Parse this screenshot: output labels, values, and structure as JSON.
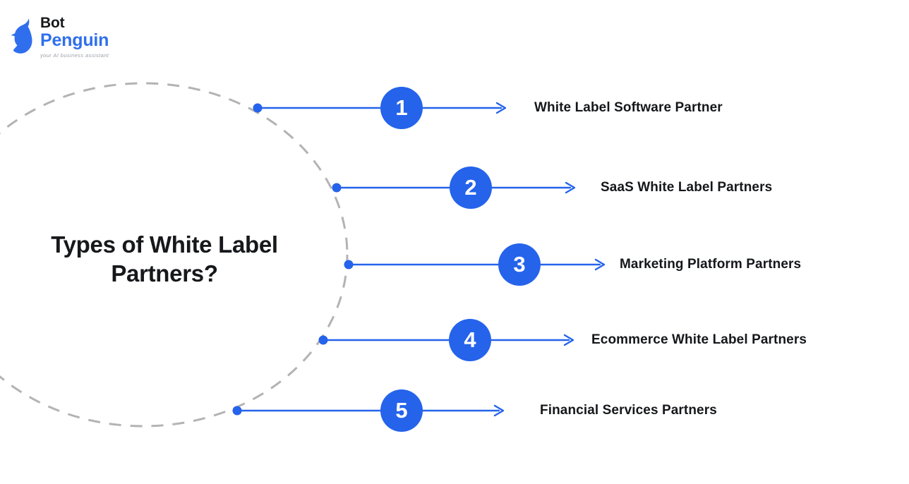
{
  "logo": {
    "bot": "Bot",
    "penguin": "Penguin",
    "tagline": "your AI business assistant"
  },
  "title": {
    "line1": "Types of White Label",
    "line2": "Partners?"
  },
  "items": [
    {
      "number": "1",
      "label": "White Label Software Partner"
    },
    {
      "number": "2",
      "label": "SaaS White Label Partners"
    },
    {
      "number": "3",
      "label": "Marketing Platform Partners"
    },
    {
      "number": "4",
      "label": "Ecommerce White Label Partners"
    },
    {
      "number": "5",
      "label": "Financial Services Partners"
    }
  ],
  "colors": {
    "accent": "#2563EB",
    "logo_blue": "#2F6FED",
    "dash_gray": "#B3B3B3",
    "text_dark": "#15171B"
  }
}
